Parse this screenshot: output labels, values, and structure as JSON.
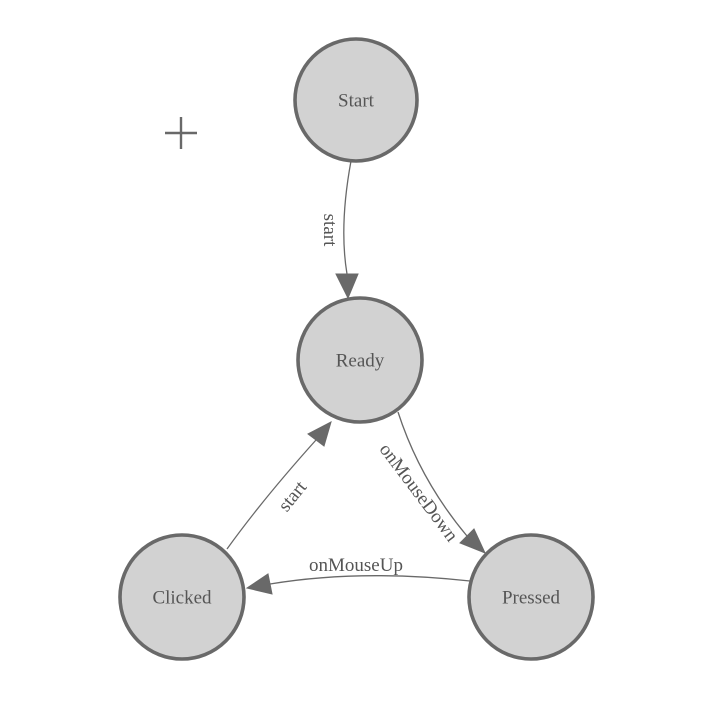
{
  "diagram": {
    "type": "state-machine",
    "nodes": [
      {
        "id": "start",
        "label": "Start"
      },
      {
        "id": "ready",
        "label": "Ready"
      },
      {
        "id": "clicked",
        "label": "Clicked"
      },
      {
        "id": "pressed",
        "label": "Pressed"
      }
    ],
    "edges": [
      {
        "from": "Start",
        "to": "Ready",
        "label": "start"
      },
      {
        "from": "Ready",
        "to": "Pressed",
        "label": "onMouseDown"
      },
      {
        "from": "Pressed",
        "to": "Clicked",
        "label": "onMouseUp"
      },
      {
        "from": "Clicked",
        "to": "Ready",
        "label": "start"
      }
    ],
    "cursor_icon": "crosshair",
    "colors": {
      "background": "#ffffff",
      "node_fill": "#d2d2d2",
      "node_stroke": "#696969",
      "edge": "#696969",
      "text": "#555555"
    }
  }
}
